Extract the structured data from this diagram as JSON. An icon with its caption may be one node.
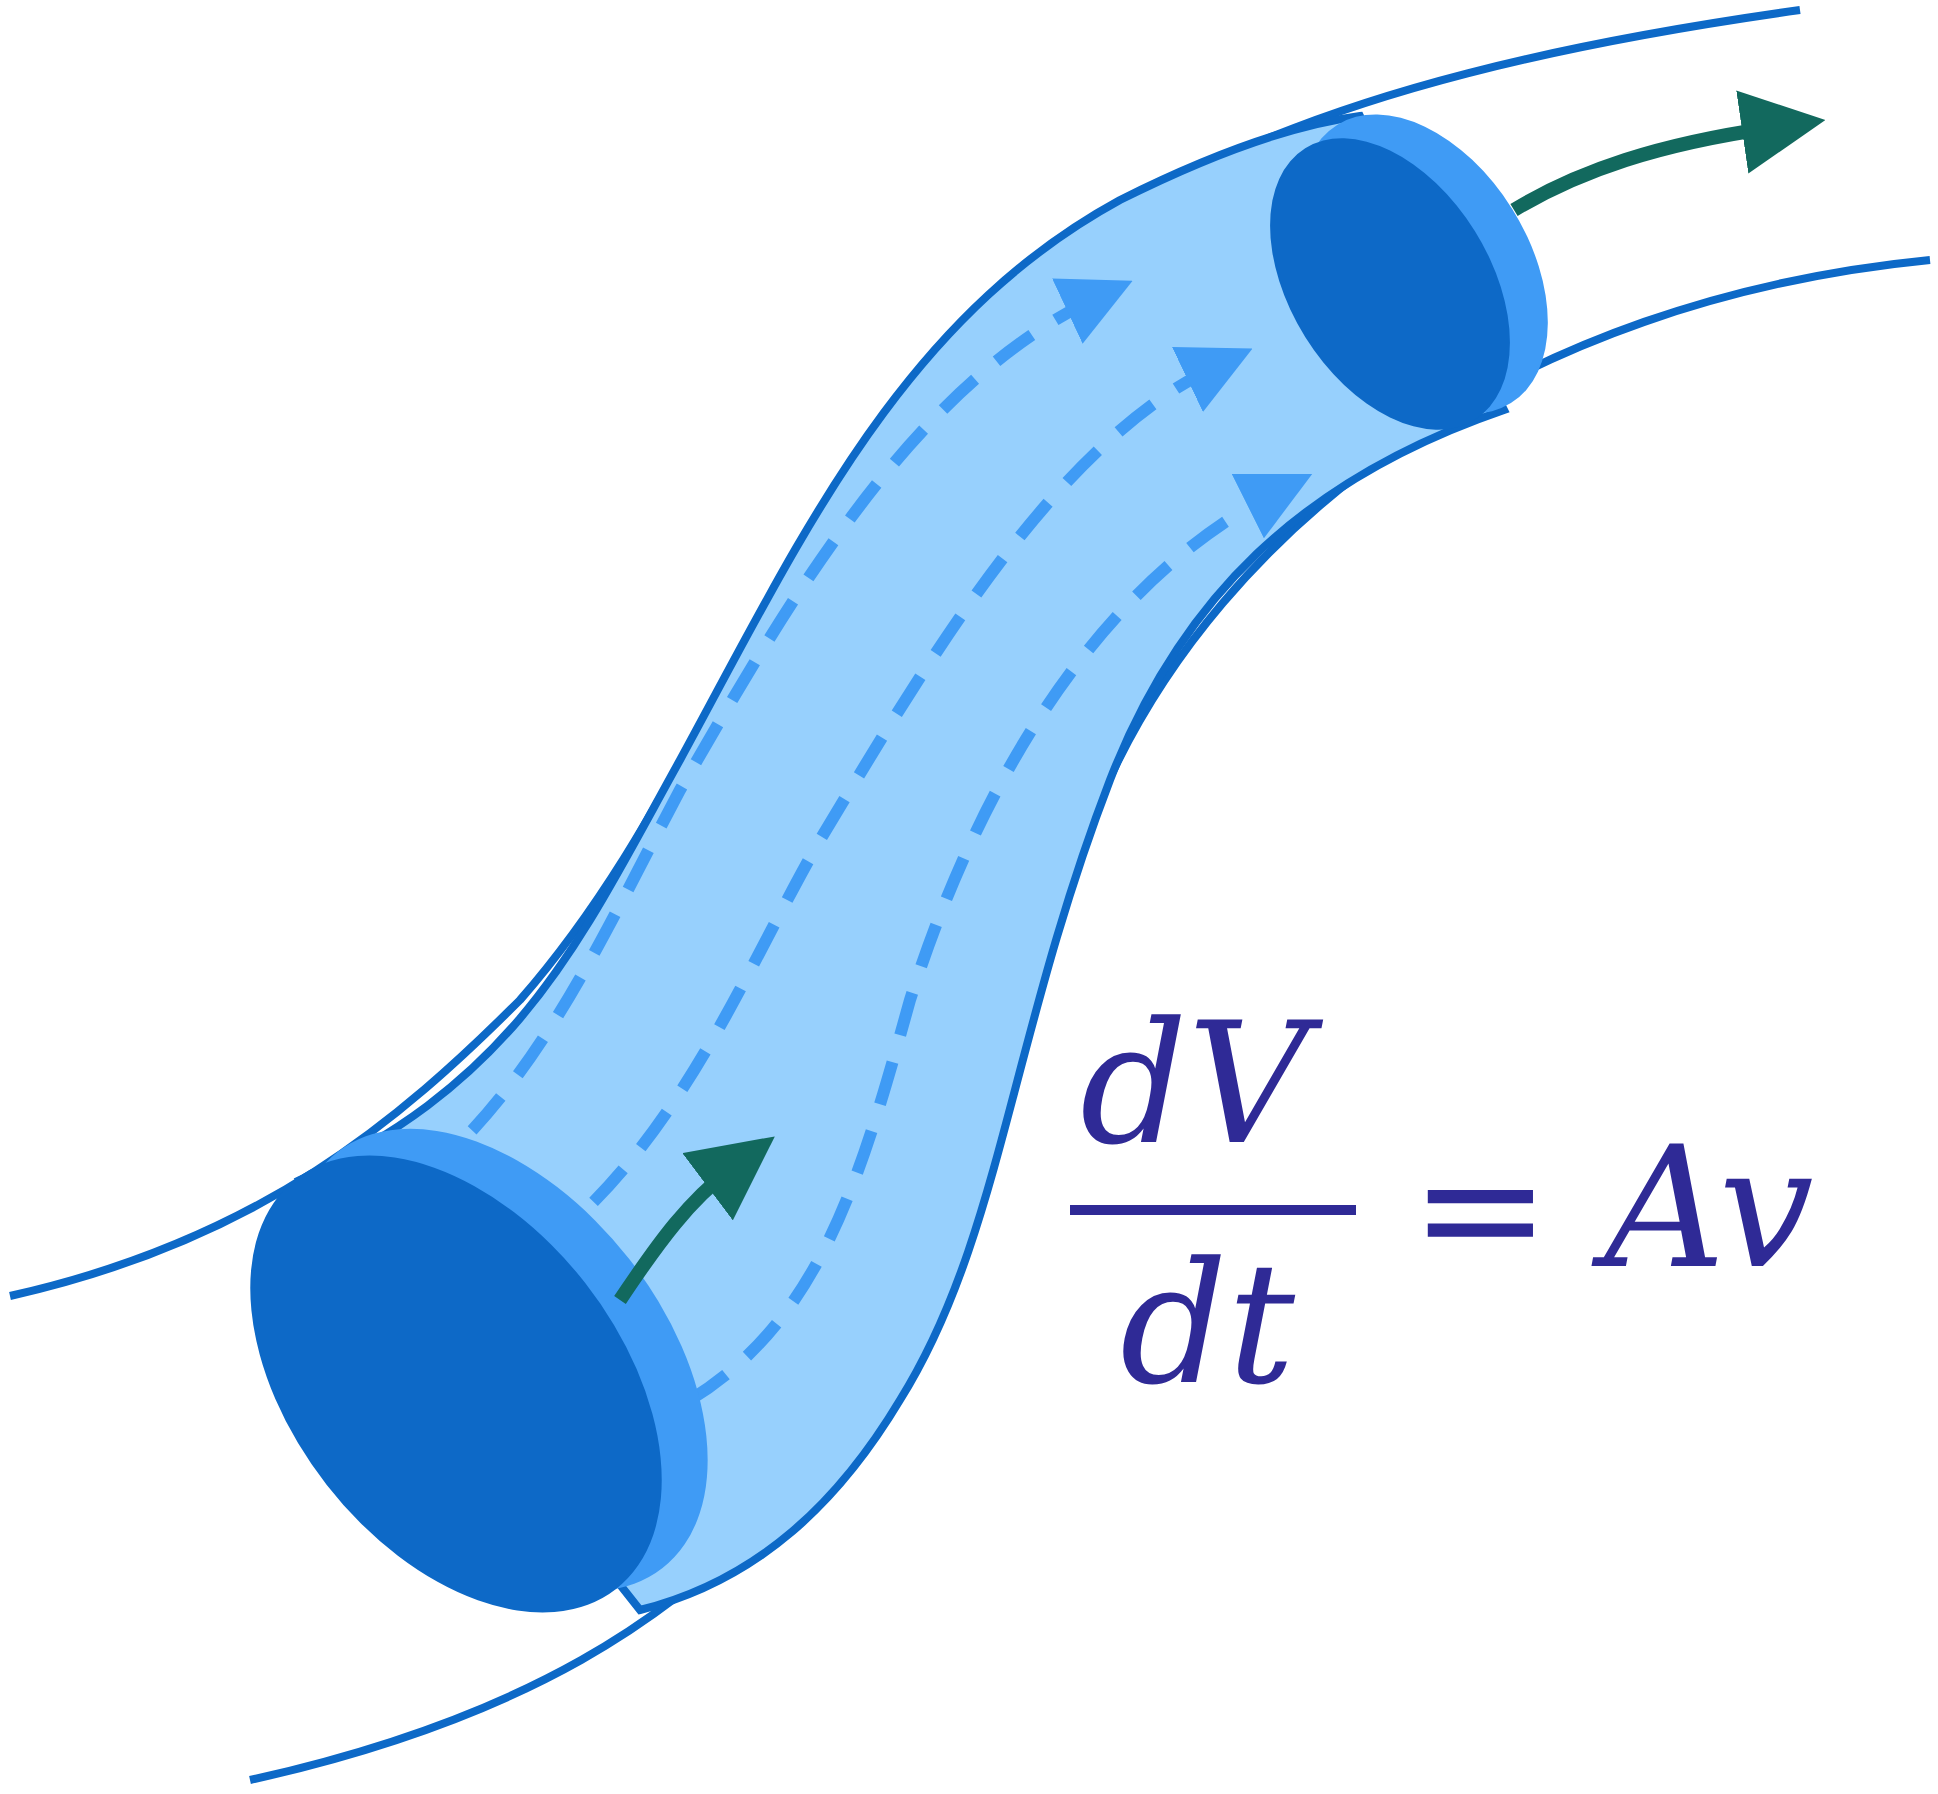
{
  "diagram": {
    "labels": [
      "dV",
      "dt",
      "= Av"
    ]
  }
}
